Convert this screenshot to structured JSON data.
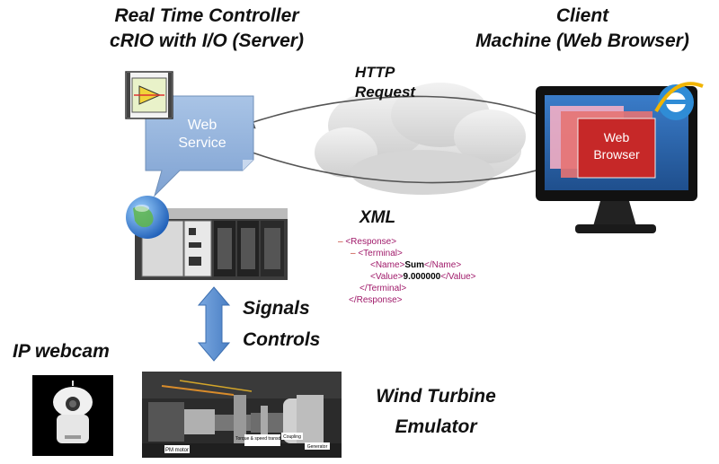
{
  "headings": {
    "controller_line1": "Real Time Controller",
    "controller_line2": "cRIO with I/O (Server)",
    "client_line1": "Client",
    "client_line2": "Machine (Web Browser)",
    "http_line1": "HTTP",
    "http_line2": "Request",
    "signals": "Signals",
    "controls": "Controls",
    "ip_webcam": "IP webcam",
    "wind_line1": "Wind Turbine",
    "wind_line2": "Emulator"
  },
  "web_service": {
    "line1": "Web",
    "line2": "Service"
  },
  "web_browser": {
    "line1": "Web",
    "line2": "Browser"
  },
  "xml": {
    "title": "XML",
    "lines": [
      {
        "marker": "–",
        "open": "<Response>",
        "value": "",
        "close": ""
      },
      {
        "marker": "–",
        "open": "<Terminal>",
        "value": "",
        "close": ""
      },
      {
        "marker": "",
        "open": "<Name>",
        "value": "Sum",
        "close": "</Name>"
      },
      {
        "marker": "",
        "open": "<Value>",
        "value": "9.000000",
        "close": "</Value>"
      },
      {
        "marker": "",
        "open": "</Terminal>",
        "value": "",
        "close": ""
      },
      {
        "marker": "",
        "open": "</Response>",
        "value": "",
        "close": ""
      }
    ]
  },
  "emulator_labels": {
    "left": "PM motor",
    "middle": "Torque & speed transducer",
    "coupling": "Coupling",
    "right": "Generator"
  },
  "colors": {
    "web_service_box": "#8fb1dc",
    "web_browser_box": "#c62828",
    "double_arrow": "#5b8fd1",
    "xml_tag": "#a01a6a"
  }
}
